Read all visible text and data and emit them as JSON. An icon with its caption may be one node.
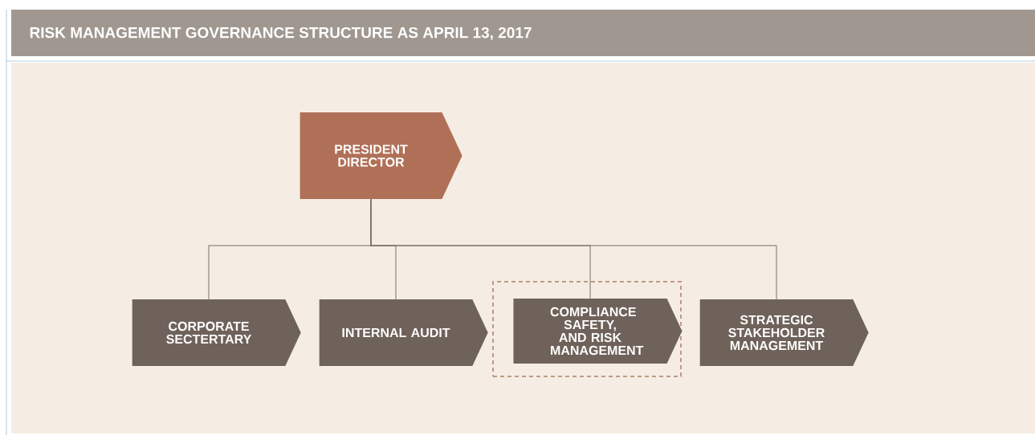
{
  "diagram": {
    "title": "RISK MANAGEMENT GOVERNANCE STRUCTURE AS APRIL 13, 2017",
    "nodes": [
      {
        "text": [
          "PRESIDENT DIRECTOR"
        ]
      },
      {
        "text": [
          "CORPORATE SECTERTARY"
        ]
      },
      {
        "text": [
          "INTERNAL AUDIT"
        ]
      },
      {
        "text": [],
        "shape": "box"
      },
      {
        "text": [
          "COMPLIANCE SAFETY, AND RISK MANAGEMENT"
        ],
        "in": 3
      },
      {
        "text": [
          "STRATEGIC STAKEHOLDER MANAGEMENT"
        ]
      }
    ],
    "edges": [
      {
        "from": 0,
        "to": 1,
        "arrow": "none"
      },
      {
        "from": 0,
        "to": 2,
        "arrow": "none"
      },
      {
        "from": 0,
        "to": 4,
        "arrow": "none"
      },
      {
        "from": 0,
        "to": 5,
        "arrow": "none"
      }
    ]
  }
}
